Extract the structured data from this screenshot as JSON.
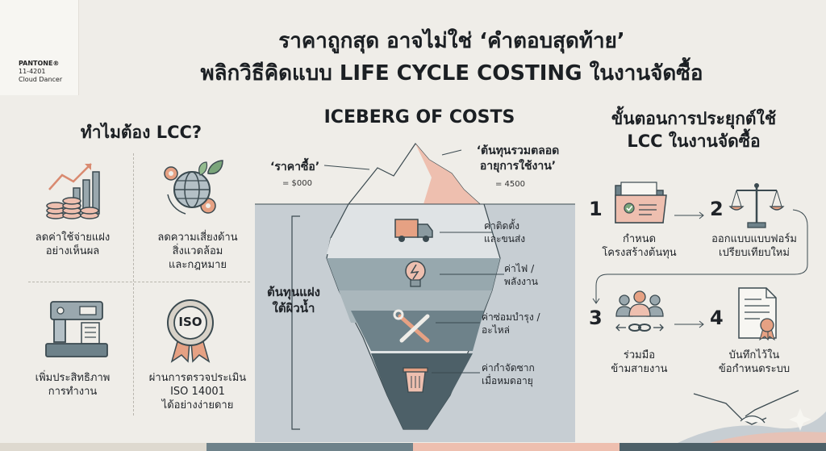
{
  "swatch": {
    "brand": "PANTONE®",
    "code": "11-4201",
    "name": "Cloud Dancer"
  },
  "title": {
    "line1": "ราคาถูกสุด อาจไม่ใช่ ‘คำตอบสุดท้าย’",
    "line2": "พลิกวิธีคิดแบบ LIFE CYCLE COSTING ในงานจัดซื้อ"
  },
  "why": {
    "heading": "ทำไมต้อง LCC?",
    "items": [
      {
        "icon": "coin-stacks-chart-icon",
        "label": "ลดค่าใช้จ่ายแฝง\nอย่างเห็นผล"
      },
      {
        "icon": "globe-gears-leaf-icon",
        "label": "ลดความเสี่ยงด้าน\nสิ่งแวดล้อม\nและกฎหมาย"
      },
      {
        "icon": "machine-icon",
        "label": "เพิ่มประสิทธิภาพ\nการทำงาน"
      },
      {
        "icon": "iso-badge-icon",
        "badge": "ISO",
        "label": "ผ่านการตรวจประเมิน\nISO 14001\nได้อย่างง่ายดาย"
      }
    ]
  },
  "iceberg": {
    "heading": "ICEBERG OF COSTS",
    "purchase_label": "‘ราคาซื้อ’",
    "purchase_value": "= $000",
    "total_label": "‘ต้นทุนรวมตลอด\nอายุการใช้งาน’",
    "total_value": "= 4500",
    "hidden_label": "ต้นทุนแฝง\nใต้ผิวน้ำ",
    "layers": [
      {
        "icon": "truck-icon",
        "label": "ค่าติดตั้ง\nและขนส่ง"
      },
      {
        "icon": "lightbulb-icon",
        "label": "ค่าไฟ /\nพลังงาน"
      },
      {
        "icon": "wrench-screwdriver-icon",
        "label": "ค่าซ่อมบำรุง /\nอะไหล่"
      },
      {
        "icon": "trash-can-icon",
        "label": "ค่ากำจัดซาก\nเมื่อหมดอายุ"
      }
    ]
  },
  "steps": {
    "heading": "ขั้นตอนการประยุกต์ใช้\nLCC ในงานจัดซื้อ",
    "items": [
      {
        "num": "1",
        "icon": "folder-check-icon",
        "label": "กำหนด\nโครงสร้างต้นทุน"
      },
      {
        "num": "2",
        "icon": "balance-scale-icon",
        "label": "ออกแบบแบบฟอร์ม\nเปรียบเทียบใหม่"
      },
      {
        "num": "3",
        "icon": "team-link-icon",
        "label": "ร่วมมือ\nข้ามสายงาน"
      },
      {
        "num": "4",
        "icon": "document-seal-icon",
        "label": "บันทึกไว้ใน\nข้อกำหนดระบบ"
      }
    ]
  },
  "colors": {
    "background": "#efede8",
    "water": "#c7ced3",
    "peach": "#eebfaf",
    "slate": "#6e828a",
    "dark_slate": "#4d6068"
  }
}
